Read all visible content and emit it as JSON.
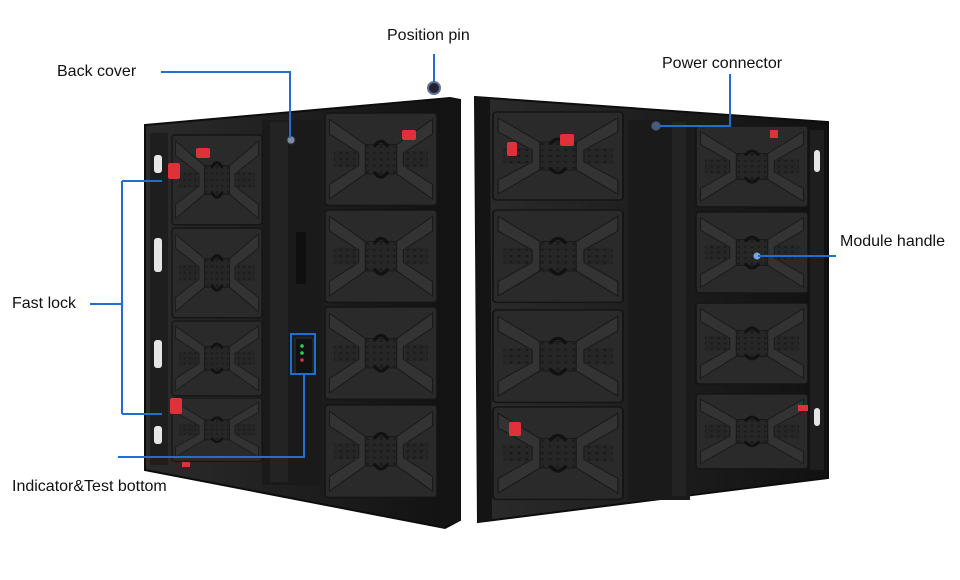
{
  "labels": {
    "position_pin": "Position pin",
    "back_cover": "Back cover",
    "power_connector": "Power connector",
    "module_handle": "Module handle",
    "fast_lock": "Fast lock",
    "indicator_test": "Indicator&Test bottom"
  },
  "colors": {
    "leader_line": "#1f6fd1",
    "cabinet": "#1c1c1c",
    "module": "#2a2a2a",
    "lock": "#e0303a",
    "text": "#111111"
  },
  "icons": {
    "position_pin": "pin-icon",
    "power_connector": "connector-icon",
    "module_handle": "handle-icon",
    "fast_lock": "lock-icon",
    "indicator": "led-indicator-icon"
  }
}
